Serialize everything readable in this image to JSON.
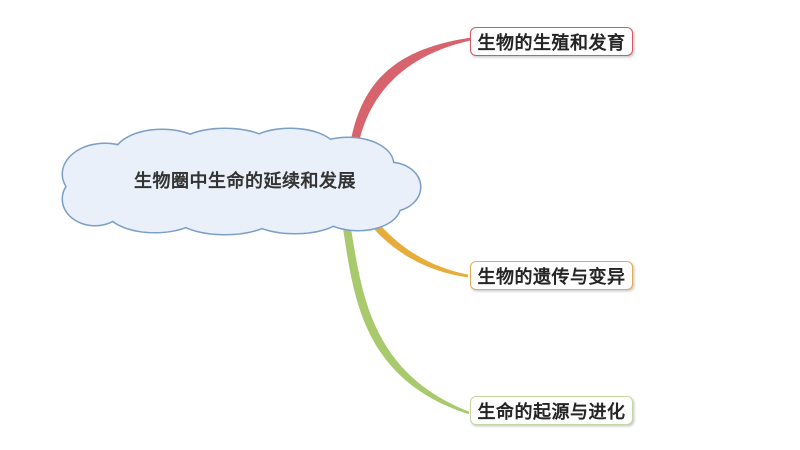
{
  "diagram": {
    "central_topic": {
      "label": "生物圈中生命的延续和发展",
      "shape": "cloud",
      "fill_color": "#e9f0f9",
      "border_color": "#7c9fc5"
    },
    "branches": [
      {
        "label": "生物的生殖和发育",
        "line_color": "#d7646d",
        "box_border_color": "#cf5a65"
      },
      {
        "label": "生物的遗传与变异",
        "line_color": "#e6ad3c",
        "box_border_color": "#ddae58"
      },
      {
        "label": "生命的起源与进化",
        "line_color": "#a9c96d",
        "box_border_color": "#c6d7a3"
      }
    ]
  }
}
